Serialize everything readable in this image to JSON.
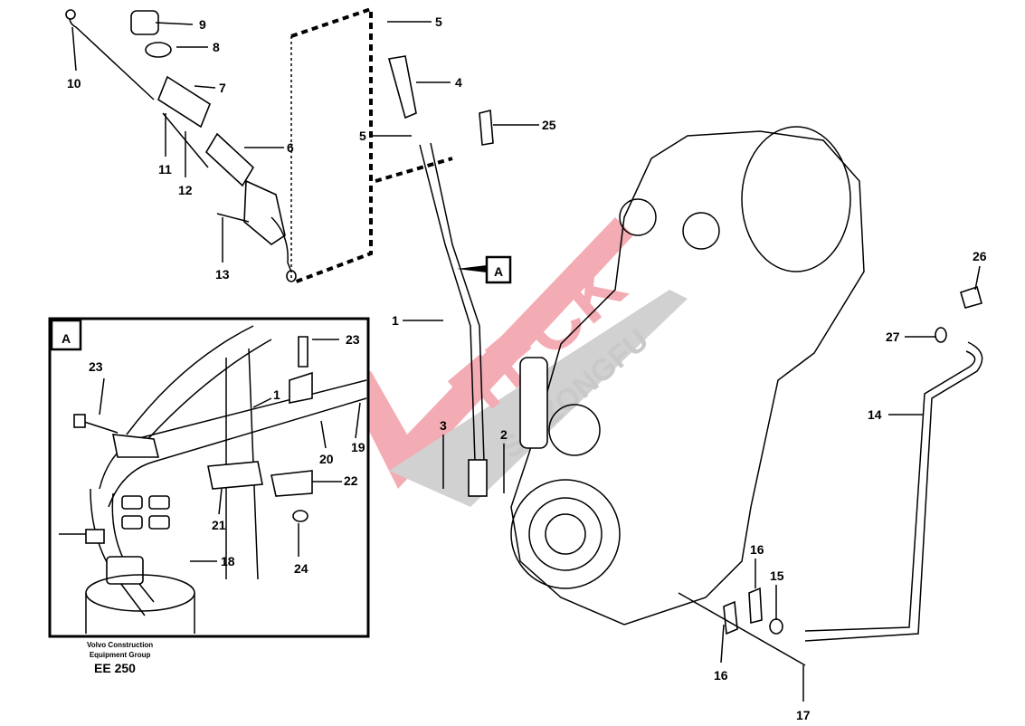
{
  "diagram": {
    "callouts": {
      "n1": "1",
      "n2": "2",
      "n3": "3",
      "n4": "4",
      "n5a": "5",
      "n5b": "5",
      "n6": "6",
      "n7": "7",
      "n8": "8",
      "n9": "9",
      "n10": "10",
      "n11": "11",
      "n12": "12",
      "n13": "13",
      "n14": "14",
      "n15": "15",
      "n16a": "16",
      "n16b": "16",
      "n17": "17",
      "n25": "25",
      "n26": "26",
      "n27": "27"
    },
    "detail_ref": "A",
    "inset": {
      "title": "A",
      "callouts": {
        "n23a": "23",
        "n23b": "23",
        "n1": "1",
        "n20": "20",
        "n19": "19",
        "n22": "22",
        "n21": "21",
        "n24": "24",
        "n18": "18"
      }
    },
    "credit_line1": "Volvo Construction",
    "credit_line2": "Equipment Group",
    "drawing_code": "EE 250",
    "watermark": "VMTECK SAIZONGFU"
  }
}
